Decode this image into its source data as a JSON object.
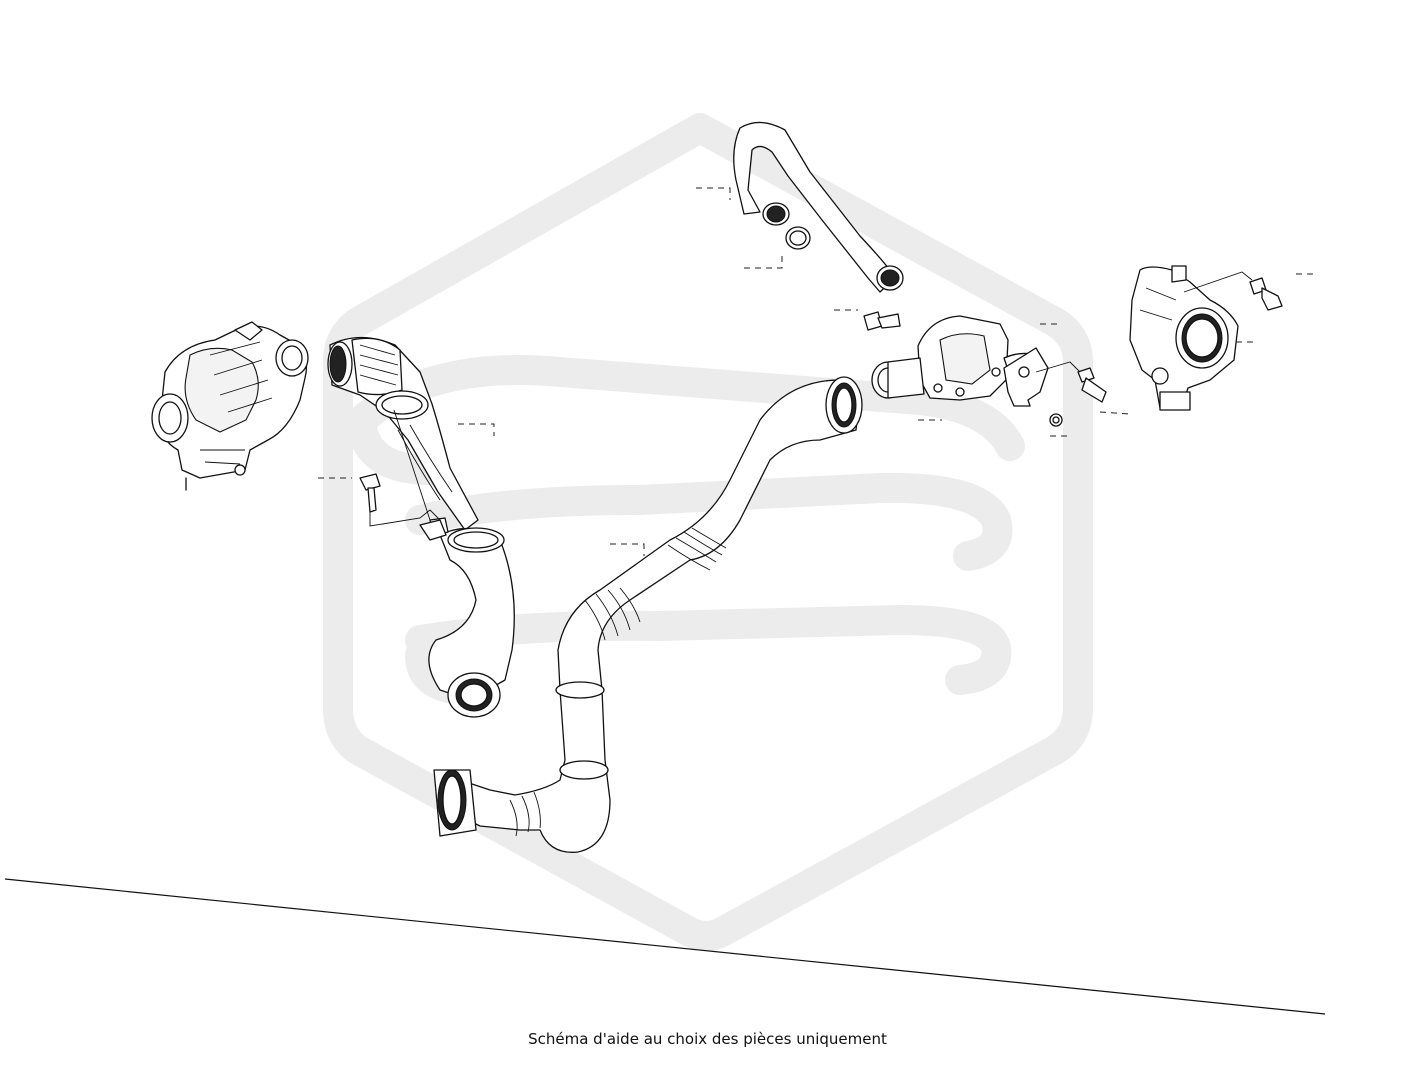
{
  "caption": "Schéma d'aide au choix des pièces uniquement",
  "watermark": {
    "color": "#ececec"
  },
  "parts": {
    "turbocharger": "turbocharger",
    "upper_hose": "intercooler inlet hose",
    "lower_pipe": "intercooler outlet pipe",
    "top_bend_pipe": "upper bend pipe",
    "throttle_body": "throttle body",
    "intake_flange": "intake flange housing",
    "bolts": "bolt",
    "brackets": "mounting bracket"
  }
}
